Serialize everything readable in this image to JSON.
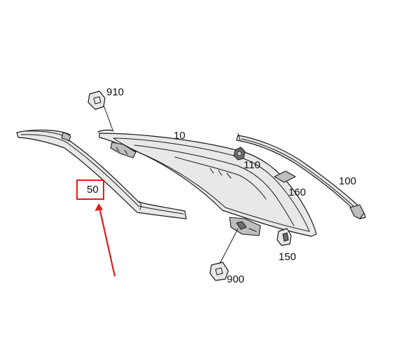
{
  "callouts": {
    "p910": "910",
    "p10": "10",
    "p110": "110",
    "p160": "160",
    "p100": "100",
    "p50": "50",
    "p900": "900",
    "p150": "150"
  },
  "highlight": {
    "part": "50",
    "box_color": "#e01b1b",
    "arrow_color": "#e01b1b"
  }
}
